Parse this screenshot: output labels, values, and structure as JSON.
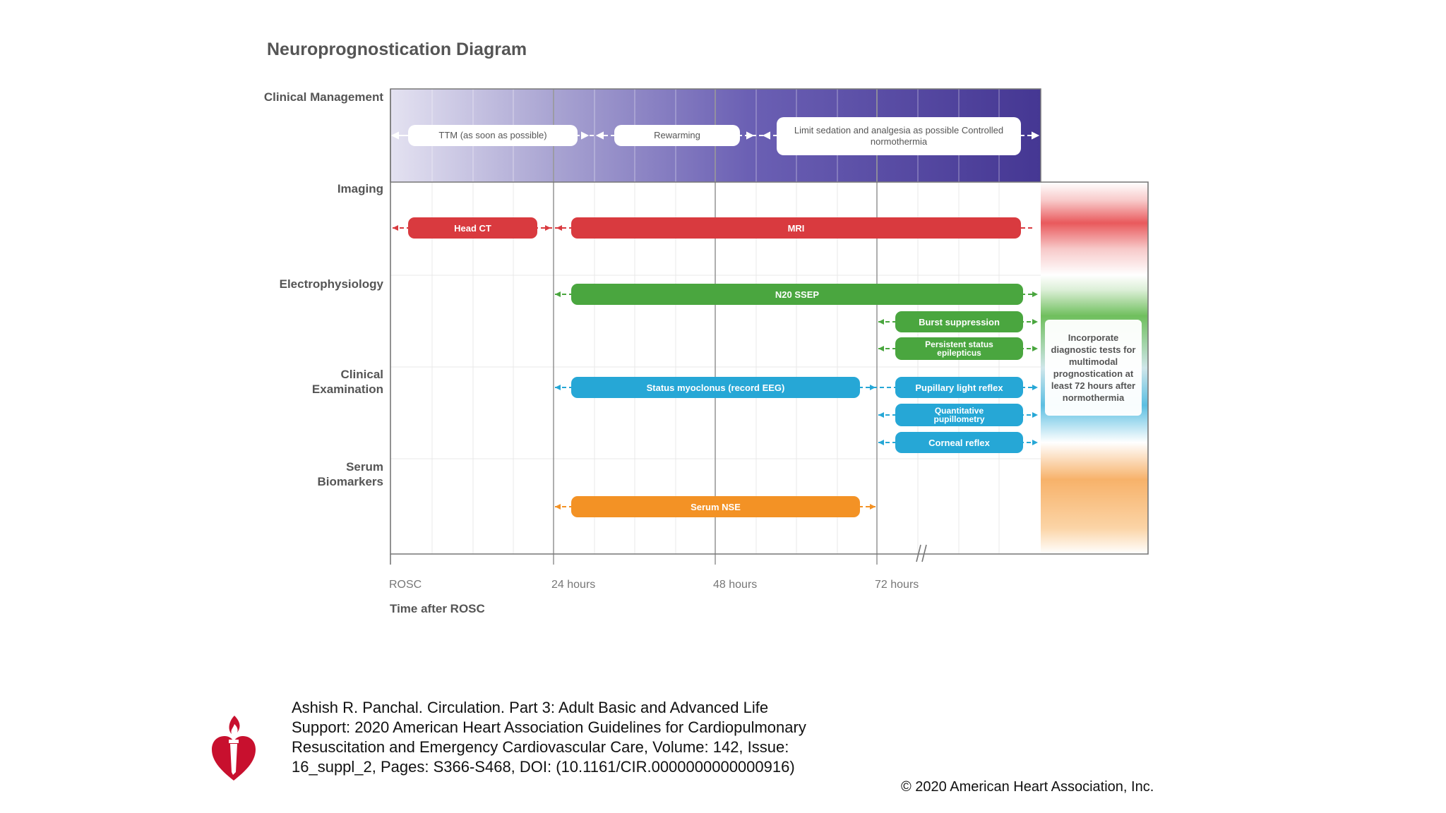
{
  "diagram": {
    "title": "Neuroprognostication Diagram",
    "rows": {
      "clinical_management": "Clinical Management",
      "imaging": "Imaging",
      "electrophysiology": "Electrophysiology",
      "clinical_examination": "Clinical Examination",
      "serum_biomarkers": "Serum Biomarkers"
    },
    "timeline": {
      "axis_title": "Time after ROSC",
      "ticks": [
        "ROSC",
        "24 hours",
        "48 hours",
        "72 hours"
      ]
    },
    "management_steps": [
      "TTM (as soon as possible)",
      "Rewarming",
      "Limit sedation and analgesia as possible Controlled normothermia"
    ],
    "imaging_tests": [
      "Head CT",
      "MRI"
    ],
    "electrophysiology_tests": [
      "N20 SSEP",
      "Burst suppression",
      "Persistent status epilepticus"
    ],
    "examination_tests": [
      "Status myoclonus (record EEG)",
      "Pupillary light reflex",
      "Quantitative pupillometry",
      "Corneal reflex"
    ],
    "biomarker_tests": [
      "Serum NSE"
    ],
    "note": "Incorporate diagnostic tests for multimodal prognostication at least 72 hours after normothermia",
    "colors": {
      "management": "#4a3d96",
      "imaging": "#d93a3f",
      "electrophysiology": "#4aa63f",
      "examination": "#26a7d6",
      "biomarkers": "#f39225"
    }
  },
  "footer": {
    "citation": "Ashish R. Panchal. Circulation. Part 3: Adult Basic and Advanced Life Support: 2020 American Heart Association Guidelines for Cardiopulmonary Resuscitation and Emergency Cardiovascular Care, Volume: 142, Issue: 16_suppl_2, Pages: S366-S468, DOI: (10.1161/CIR.0000000000000916)",
    "copyright": "© 2020 American Heart Association, Inc.",
    "logo_icon": "heart-torch-icon"
  }
}
